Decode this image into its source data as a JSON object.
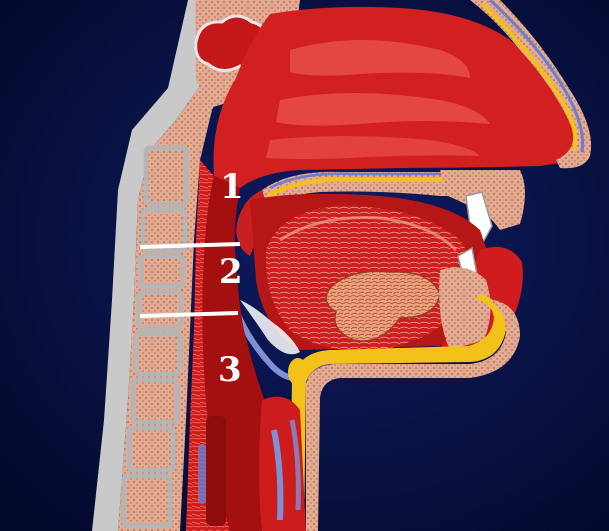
{
  "labels": {
    "region_1": "1",
    "region_2": "2",
    "region_3": "3"
  },
  "colors": {
    "background": "#071040",
    "tissue_red": "#d42020",
    "deep_red": "#9a0e0e",
    "cartilage_pink": "#e8b096",
    "bone_grey": "#b9b9b9",
    "fat_yellow": "#f2c21a",
    "nerve_blue": "#7f91d6",
    "label_white": "#ffffff"
  }
}
